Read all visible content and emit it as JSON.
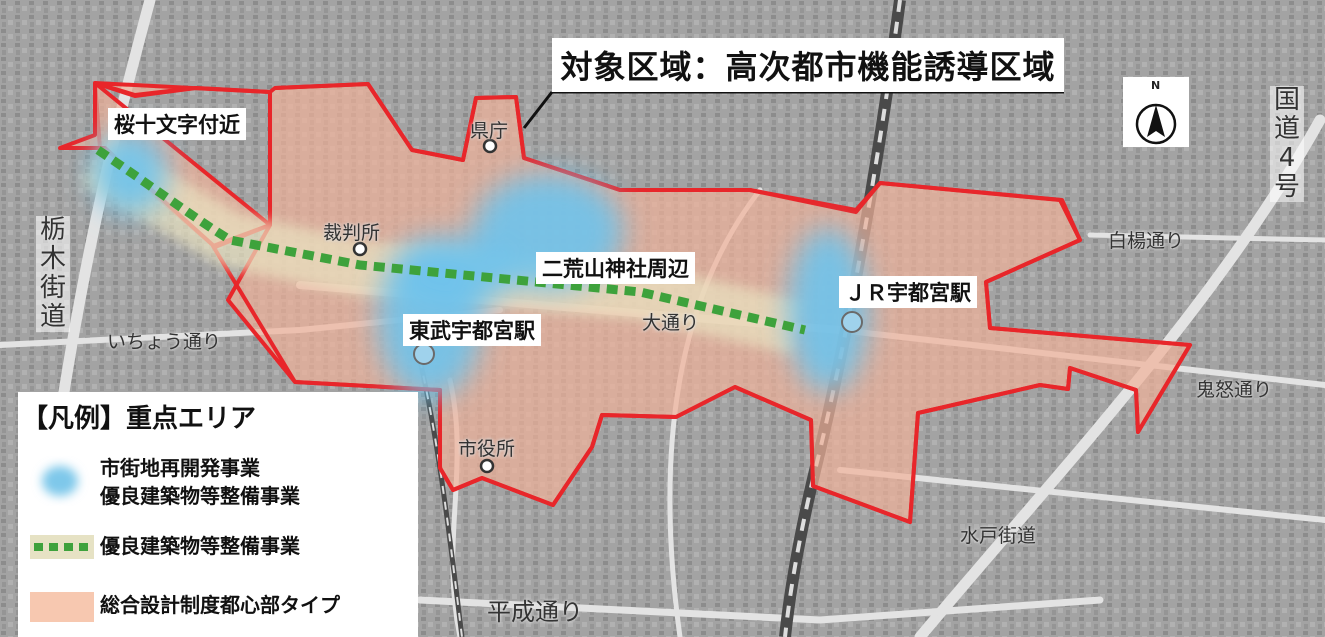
{
  "title": "対象区域：高次都市機能誘導区域",
  "places": {
    "sakura": "桜十文字付近",
    "kencho": "県庁",
    "saibansho": "裁判所",
    "futarasan": "二荒山神社周辺",
    "tobu_station": "東武宇都宮駅",
    "jr_station": "ＪＲ宇都宮駅",
    "shiyakusho": "市役所"
  },
  "roads": {
    "icho": "いちょう通り",
    "odori": "大通り",
    "hakuyo": "白楊通り",
    "kinu": "鬼怒通り",
    "mito": "水戸街道",
    "heisei": "平成通り",
    "tochigi": [
      "栃",
      "木",
      "街",
      "道"
    ],
    "kokudo": [
      "国",
      "道",
      "4",
      "号"
    ]
  },
  "legend": {
    "title": "【凡例】重点エリア",
    "items": [
      {
        "lines": [
          "市街地再開発事業",
          "優良建築物等整備事業"
        ],
        "color": "#7ec8ea"
      },
      {
        "lines": [
          "優良建築物等整備事業"
        ],
        "color": "#3aa23a"
      },
      {
        "lines": [
          "総合設計制度都心部タイプ"
        ],
        "color": "#f7c8b0"
      }
    ]
  },
  "compass_label": "N",
  "colors": {
    "boundary": "#e8262a",
    "area_fill": "#f3b79e",
    "blob": "#6fc3ec",
    "dots": "#3ea23c"
  }
}
